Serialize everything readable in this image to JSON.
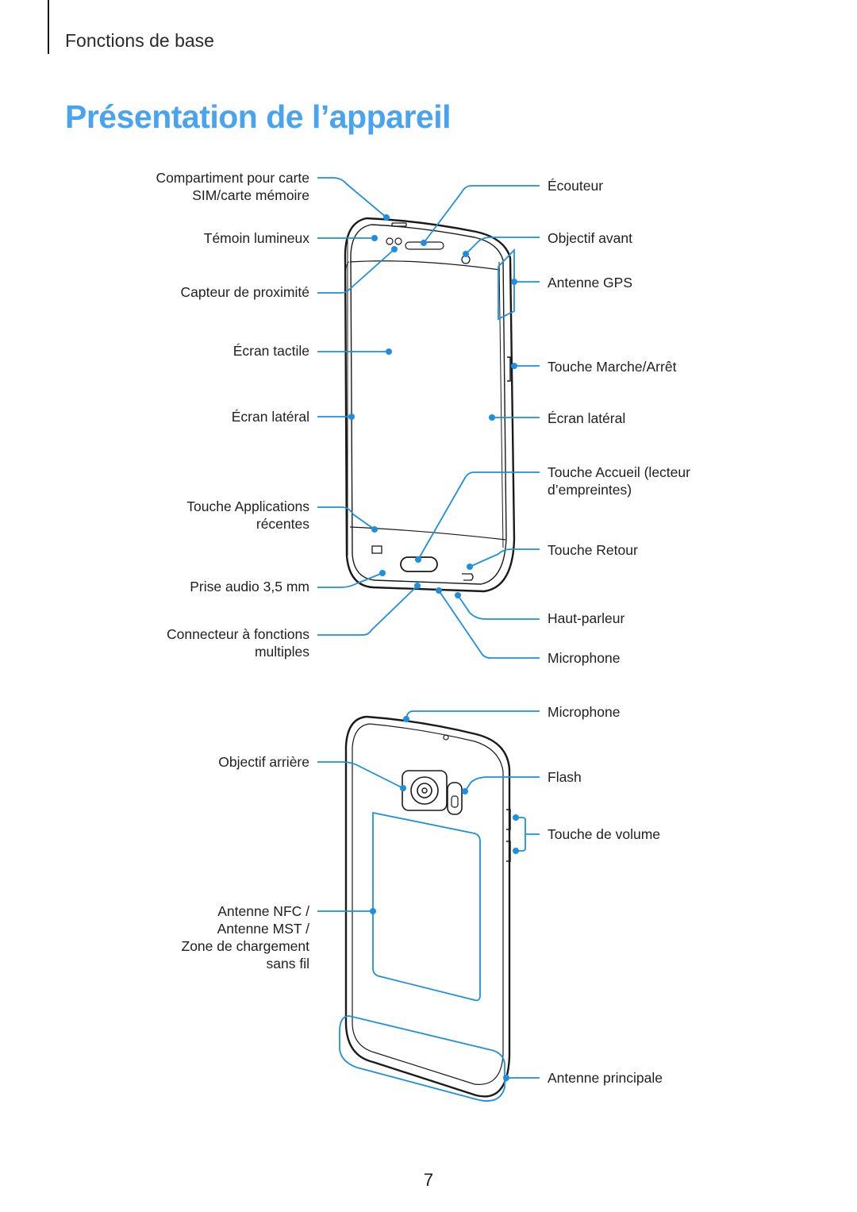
{
  "header": {
    "section": "Fonctions de base",
    "title": "Présentation de l’appareil"
  },
  "front_labels": {
    "sim_tray": [
      "Compartiment pour carte",
      "SIM/carte mémoire"
    ],
    "led": "Témoin lumineux",
    "proximity": "Capteur de proximité",
    "touchscreen": "Écran tactile",
    "edge_left": "Écran latéral",
    "recent_apps": [
      "Touche Applications",
      "récentes"
    ],
    "audio_jack": "Prise audio 3,5 mm",
    "multipurpose": [
      "Connecteur à fonctions",
      "multiples"
    ],
    "earpiece": "Écouteur",
    "front_camera": "Objectif avant",
    "gps_antenna": "Antenne GPS",
    "power_key": "Touche Marche/Arrêt",
    "edge_right": "Écran latéral",
    "home_key": [
      "Touche Accueil (lecteur",
      "d’empreintes)"
    ],
    "back_key": "Touche Retour",
    "speaker": "Haut-parleur",
    "microphone_bottom": "Microphone"
  },
  "back_labels": {
    "microphone_top": "Microphone",
    "rear_camera": "Objectif arrière",
    "flash": "Flash",
    "volume_key": "Touche de volume",
    "nfc": [
      "Antenne NFC /",
      "Antenne MST /",
      "Zone de chargement",
      "sans fil"
    ],
    "main_antenna": "Antenne principale"
  },
  "colors": {
    "accent": "#4aa3f0",
    "callout": "#1e8fe0",
    "outline": "#1a1a1a"
  },
  "page_number": "7"
}
